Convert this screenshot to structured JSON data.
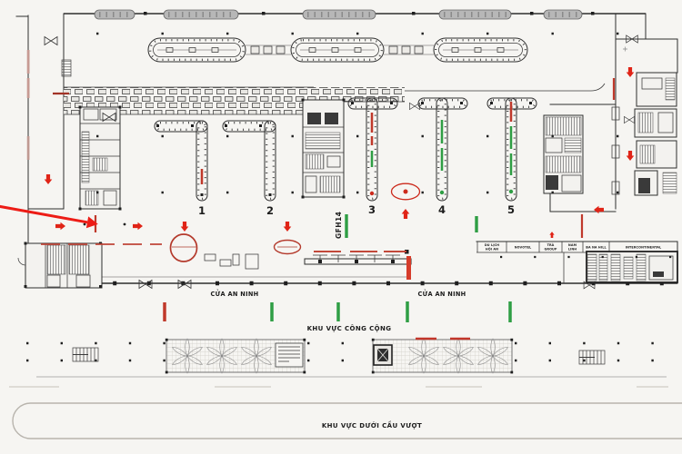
{
  "plan": {
    "islands": [
      "1",
      "2",
      "3",
      "4",
      "5"
    ],
    "zone_code": "GFH14",
    "labels": {
      "security_left": "CỬA AN NINH",
      "security_right": "CỬA AN NINH",
      "public_area": "KHU VỰC CÔNG CỘNG",
      "under_flyover": "KHU VỰC DƯỚI CẦU VƯỢT"
    },
    "shops": [
      {
        "line1": "DU LỊCH",
        "line2": "HỘI AN"
      },
      {
        "line1": "NOVOTEL",
        "line2": ""
      },
      {
        "line1": "TRÀ",
        "line2": "GROUP"
      },
      {
        "line1": "NAM",
        "line2": "LINH"
      },
      {
        "line1": "BA NA HILL",
        "line2": ""
      },
      {
        "line1": "INTERCONTINENTAL",
        "line2": ""
      }
    ],
    "colors": {
      "annotation_red": "#e02417",
      "circle_red": "#b43a2c",
      "marker_green": "#2f9e44",
      "skylight_gray": "#b7b7b7",
      "line_dark": "#2e2e2e",
      "background": "#f6f5f2"
    }
  }
}
